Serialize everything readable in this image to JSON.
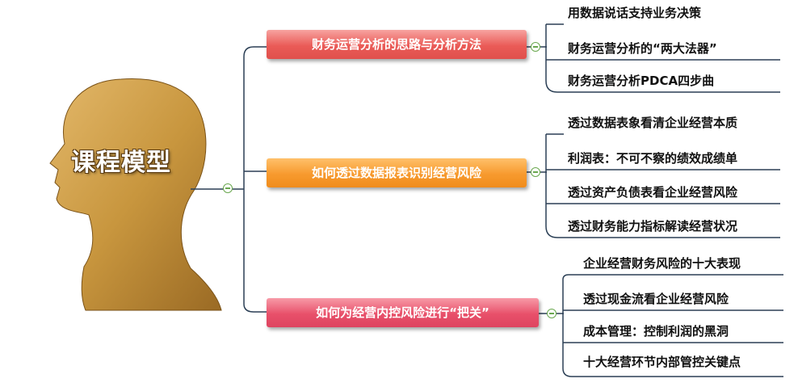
{
  "root": {
    "title": "课程模型"
  },
  "topics": [
    {
      "label": "财务运营分析的思路与分析方法",
      "items": [
        "用数据说话支持业务决策",
        "财务运营分析的“两大法器”",
        "财务运营分析PDCA四步曲"
      ]
    },
    {
      "label": "如何透过数据报表识别经营风险",
      "items": [
        "透过数据表象看清企业经营本质",
        "利润表：不可不察的绩效成绩单",
        "透过资产负债表看企业经营风险",
        "透过财务能力指标解读经营状况"
      ]
    },
    {
      "label": "如何为经营内控风险进行“把关”",
      "items": [
        "企业经营财务风险的十大表现",
        "透过现金流看企业经营风险",
        "成本管理：控制利润的黑洞",
        "十大经营环节内部管控关键点"
      ]
    }
  ],
  "colors": {
    "topic1": "#e8524e",
    "topic2": "#f59628",
    "topic3": "#e44a66",
    "head": "#c8963e",
    "connector": "#2b3f55",
    "collapse": "#6aa84f"
  }
}
